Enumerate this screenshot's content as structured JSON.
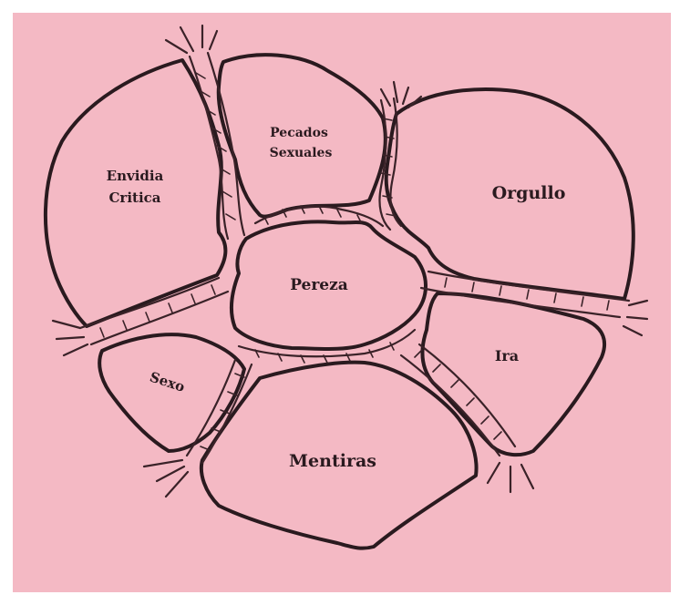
{
  "colors": {
    "background": "#f4b9c4",
    "region_fill": "#f4b9c4",
    "outline": "#2a1a1f"
  },
  "regions": [
    {
      "id": "envidia",
      "lines": [
        "Envidia",
        "Critica"
      ]
    },
    {
      "id": "pecados",
      "lines": [
        "Pecados",
        "Sexuales"
      ]
    },
    {
      "id": "orgullo",
      "lines": [
        "Orgullo"
      ]
    },
    {
      "id": "pereza",
      "lines": [
        "Pereza"
      ]
    },
    {
      "id": "sexo",
      "lines": [
        "Sexo"
      ]
    },
    {
      "id": "ira",
      "lines": [
        "Ira"
      ]
    },
    {
      "id": "mentiras",
      "lines": [
        "Mentiras"
      ]
    }
  ]
}
